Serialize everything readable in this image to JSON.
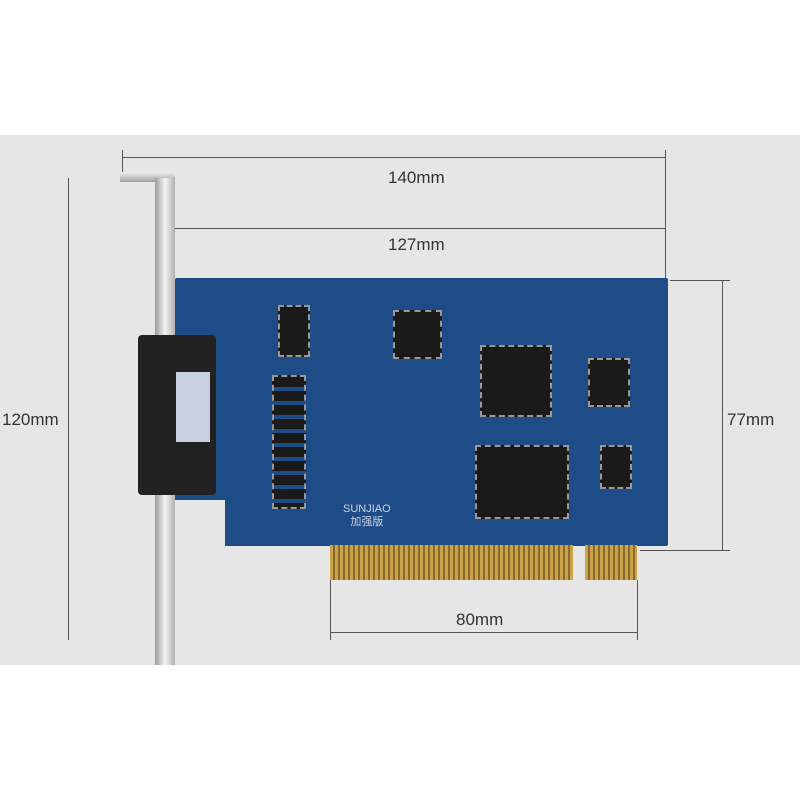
{
  "dimensions": {
    "total_length": "140mm",
    "board_length": "127mm",
    "bracket_height": "120mm",
    "board_height": "77mm",
    "connector_length": "80mm"
  },
  "board": {
    "brand_text": "SUNJIAO",
    "edition_text": "加强版",
    "color": "#1d4c86"
  }
}
